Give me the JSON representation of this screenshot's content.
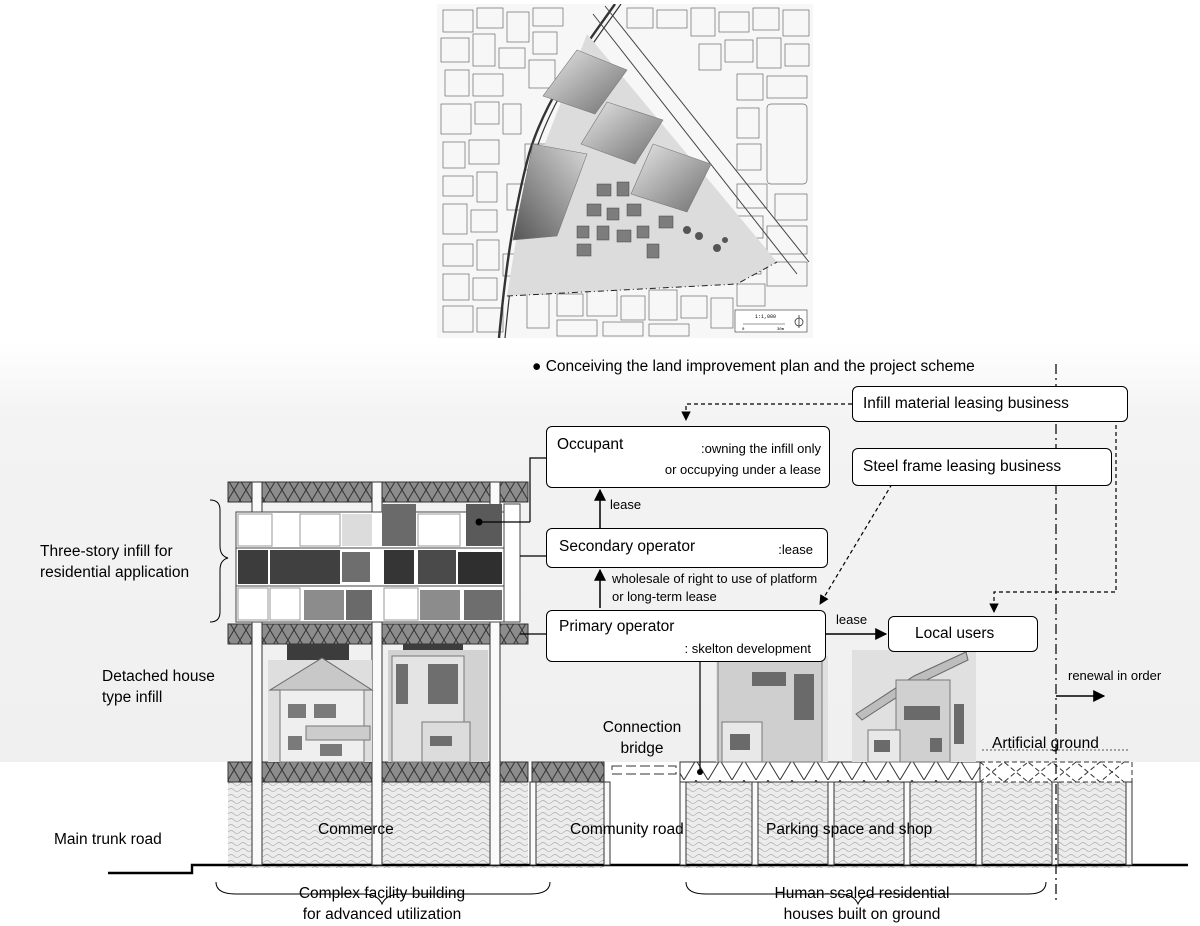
{
  "header": {
    "bullet": "●",
    "title": "Conceiving the land improvement plan and the project scheme"
  },
  "boxes": {
    "occupant": {
      "title": "Occupant",
      "note1": ":owning the infill only",
      "note2": "or occupying under a lease"
    },
    "secondary": {
      "title": "Secondary operator",
      "note": ":lease"
    },
    "primary": {
      "title": "Primary operator",
      "note": ": skelton development"
    },
    "infill_leasing": {
      "title": "Infill material leasing business"
    },
    "steel_leasing": {
      "title": "Steel frame leasing business"
    },
    "local_users": {
      "title": "Local users"
    }
  },
  "arrows": {
    "lease_up": "lease",
    "wholesale_1": "wholesale of right to use of platform",
    "wholesale_2": "or long-term lease",
    "lease_right": "lease",
    "renewal": "renewal in order"
  },
  "labels": {
    "three_story_1": "Three-story infill for",
    "three_story_2": "residential application",
    "detached_1": "Detached house",
    "detached_2": "type infill",
    "connection_1": "Connection",
    "connection_2": "bridge",
    "artificial_ground": "Artificial ground",
    "main_trunk_road": "Main trunk road",
    "commerce": "Commerce",
    "community_road": "Community road",
    "parking": "Parking space and shop",
    "complex_1": "Complex facility building",
    "complex_2": "for advanced utilization",
    "human_1": "Human-scaled residential",
    "human_2": "houses built on ground"
  },
  "map": {
    "scale_label": "1:1,000",
    "scale_zero": "0",
    "scale_end": "30m"
  },
  "colors": {
    "line": "#000000",
    "gray_dark": "#555555",
    "gray_mid": "#8a8a8a",
    "gray_light": "#c8c8c8",
    "background_band": "#f0f0f0"
  }
}
